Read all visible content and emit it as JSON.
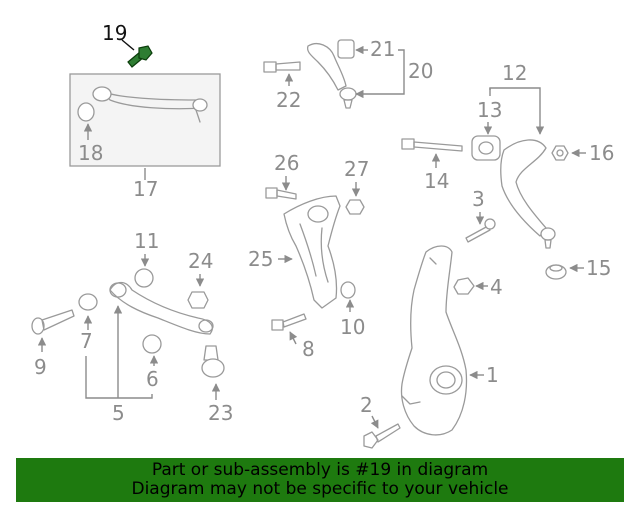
{
  "highlighted_part": "19",
  "callouts": {
    "c1": "1",
    "c2": "2",
    "c3": "3",
    "c4": "4",
    "c5": "5",
    "c6": "6",
    "c7": "7",
    "c8": "8",
    "c9": "9",
    "c10": "10",
    "c11": "11",
    "c12": "12",
    "c13": "13",
    "c14": "14",
    "c15": "15",
    "c16": "16",
    "c17": "17",
    "c18": "18",
    "c19": "19",
    "c20": "20",
    "c21": "21",
    "c22": "22",
    "c23": "23",
    "c24": "24",
    "c25": "25",
    "c26": "26",
    "c27": "27"
  },
  "banner": {
    "line1": "Part or sub-assembly is #19 in diagram",
    "line2": "Diagram may not be specific to your vehicle"
  },
  "colors": {
    "banner_bg": "#1e7a0f",
    "highlight": "#2e7d32",
    "line_art": "#9a9a9a"
  }
}
